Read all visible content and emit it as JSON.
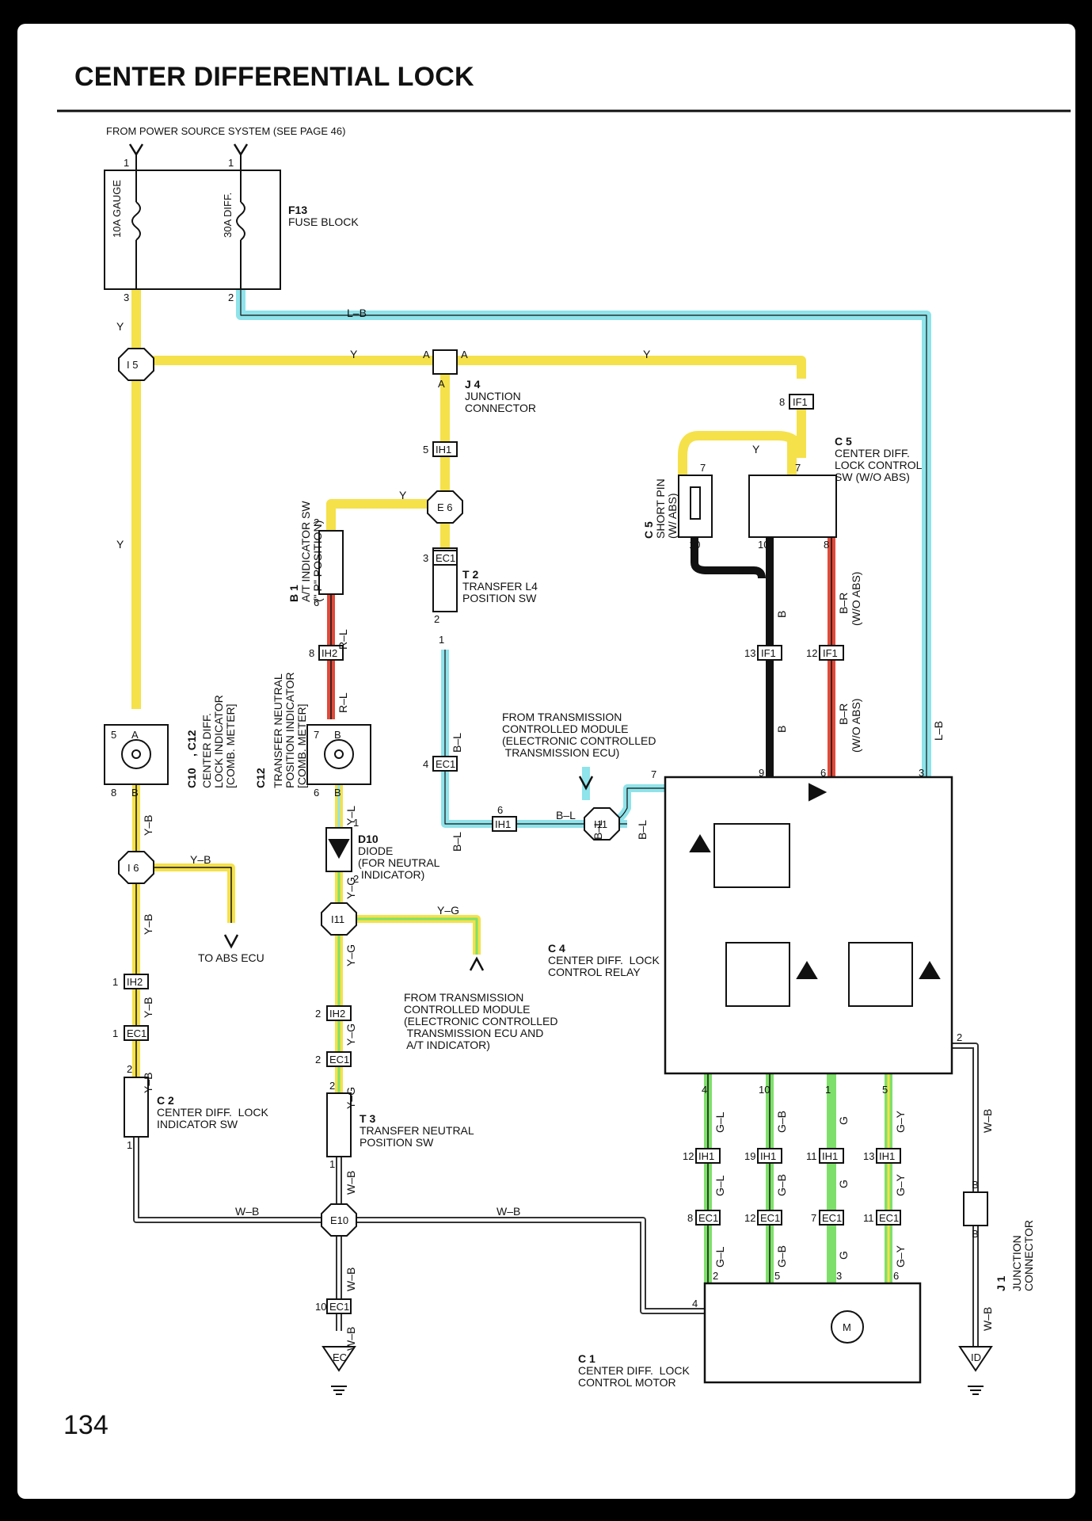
{
  "page": {
    "title": "CENTER DIFFERENTIAL LOCK",
    "page_number": "134",
    "power_source": "FROM POWER SOURCE SYSTEM (SEE PAGE 46)"
  },
  "components": {
    "f13": {
      "id": "F13",
      "name": "FUSE BLOCK",
      "fuse1": "10A GAUGE",
      "fuse2": "30A DIFF."
    },
    "j4": {
      "id": "J 4",
      "name": "JUNCTION\nCONNECTOR"
    },
    "c5_sw": {
      "id": "C 5",
      "name": "CENTER DIFF.\nLOCK CONTROL\nSW (W/O ABS)"
    },
    "c5_pin": {
      "id": "C 5",
      "name": "SHORT PIN\n(W/ ABS)"
    },
    "b1": {
      "id": "B 1",
      "name": "A/T INDICATOR SW\n(\" P\" POSITION)"
    },
    "c10": {
      "id": "C10",
      "id2": ", C12",
      "name": "CENTER DIFF.\nLOCK INDICATOR\n[COMB. METER]"
    },
    "c12": {
      "id": "C12",
      "name": "TRANSFER NEUTRAL\nPOSITION INDICATOR\n[COMB. METER]"
    },
    "t2": {
      "id": "T 2",
      "name": "TRANSFER L4\nPOSITION SW"
    },
    "d10": {
      "id": "D10",
      "name": "DIODE\n(FOR NEUTRAL\n INDICATOR)"
    },
    "c4": {
      "id": "C 4",
      "name": "CENTER DIFF.  LOCK\nCONTROL RELAY"
    },
    "c2": {
      "id": "C 2",
      "name": "CENTER DIFF.  LOCK\nINDICATOR SW"
    },
    "t3": {
      "id": "T 3",
      "name": "TRANSFER NEUTRAL\nPOSITION SW"
    },
    "c1": {
      "id": "C 1",
      "name": "CENTER DIFF.  LOCK\nCONTROL MOTOR"
    },
    "j1": {
      "id": "J 1",
      "name": "JUNCTION\nCONNECTOR"
    },
    "ecu1": "FROM TRANSMISSION\nCONTROLLED MODULE\n(ELECTRONIC CONTROLLED\n TRANSMISSION ECU)",
    "ecu2": "FROM TRANSMISSION\nCONTROLLED MODULE\n(ELECTRONIC CONTROLLED\n TRANSMISSION ECU AND\n A/T INDICATOR)",
    "abs": "TO ABS ECU",
    "meter_a": "A",
    "meter_b": "B"
  },
  "connectors": {
    "i5": "I 5",
    "e6": "E 6",
    "i6": "I 6",
    "i11a": "I11",
    "i11b": "I11",
    "e10": "E10",
    "ih1": "IH1",
    "ih2": "IH2",
    "ec1": "EC1",
    "if1": "IF1",
    "ground_ec": "EC",
    "ground_id": "ID",
    "motor": "M"
  },
  "wire_colors": {
    "Y": "#f5e14a",
    "L-B": "#8fe3ea",
    "B": "#000000",
    "B-R": "#e04a3a",
    "R-L": "#e04a3a",
    "G": "#7ee06a",
    "W-B": "#333333"
  },
  "wire_labels": {
    "y": "Y",
    "lb": "L–B",
    "b": "B",
    "br": "B–R",
    "br_note": "(W/O ABS)",
    "rl": "R–L",
    "yl": "Y–L",
    "yb": "Y–B",
    "yg": "Y–G",
    "bl": "B–L",
    "wb": "W–B",
    "gl": "G–L",
    "gb": "G–B",
    "g": "G",
    "gy": "G–Y"
  },
  "pins": {
    "p1": "1",
    "p2": "2",
    "p3": "3",
    "p4": "4",
    "p5": "5",
    "p6": "6",
    "p7": "7",
    "p8": "8",
    "p9": "9",
    "p10": "10",
    "p11": "11",
    "p12": "12",
    "p13": "13",
    "p19": "19",
    "pa": "A",
    "pb": "B"
  }
}
